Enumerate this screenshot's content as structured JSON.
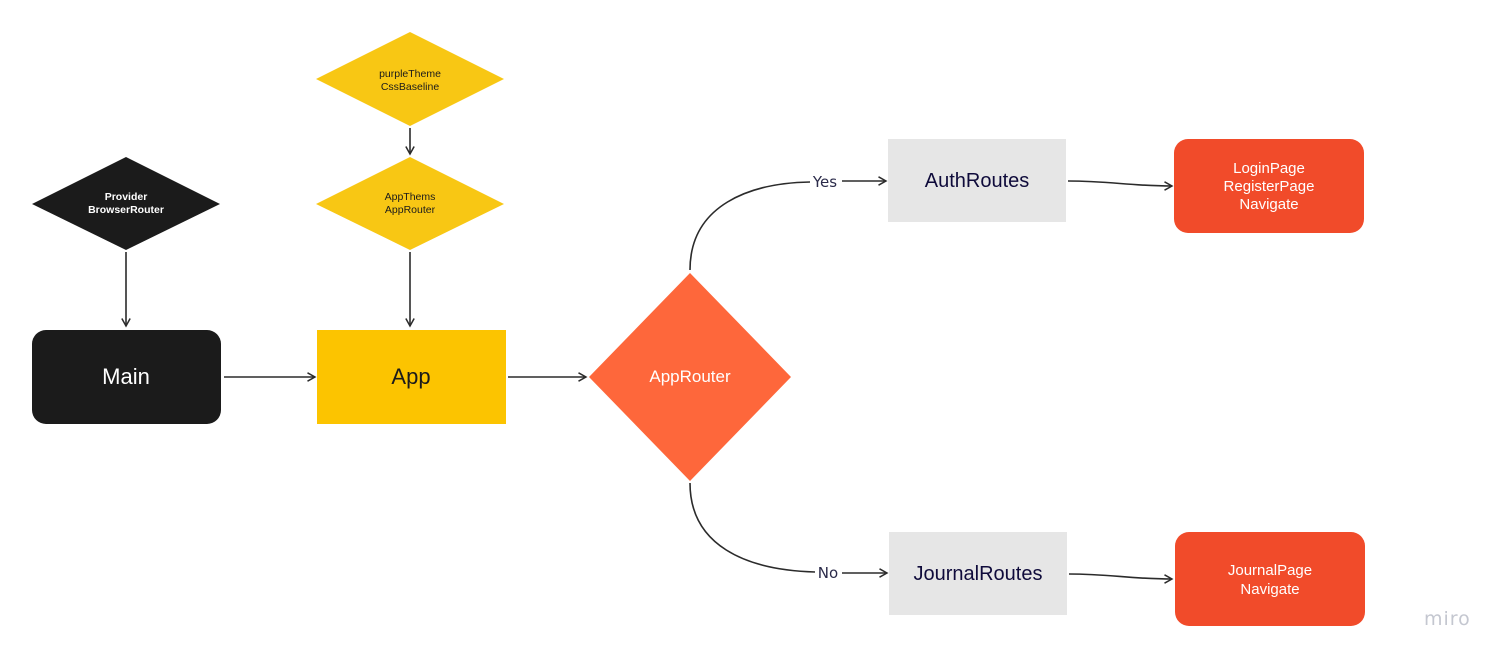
{
  "colors": {
    "black_node": "#1b1b1b",
    "yellow_diamond": "#f8c714",
    "yellow_box": "#fcc400",
    "orange_diamond": "#fe673b",
    "red_box": "#f14b2a",
    "grey_box": "#e6e6e6",
    "dark_text": "#0f0b3b",
    "edge": "#2b2b2b"
  },
  "nodes": {
    "provider_diamond": {
      "line1": "Provider",
      "line2": "BrowserRouter"
    },
    "theme_diamond": {
      "line1": "purpleTheme",
      "line2": "CssBaseline"
    },
    "appthems_diamond": {
      "line1": "AppThems",
      "line2": "AppRouter"
    },
    "main": {
      "label": "Main"
    },
    "app": {
      "label": "App"
    },
    "approuter_decision": {
      "label": "AppRouter"
    },
    "auth_routes": {
      "label": "AuthRoutes"
    },
    "journal_routes": {
      "label": "JournalRoutes"
    },
    "auth_pages": {
      "line1": "LoginPage",
      "line2": "RegisterPage",
      "line3": "Navigate"
    },
    "journal_pages": {
      "line1": "JournalPage",
      "line2": "Navigate"
    }
  },
  "edges": {
    "yes_label": "Yes",
    "no_label": "No"
  },
  "watermark": "miro"
}
